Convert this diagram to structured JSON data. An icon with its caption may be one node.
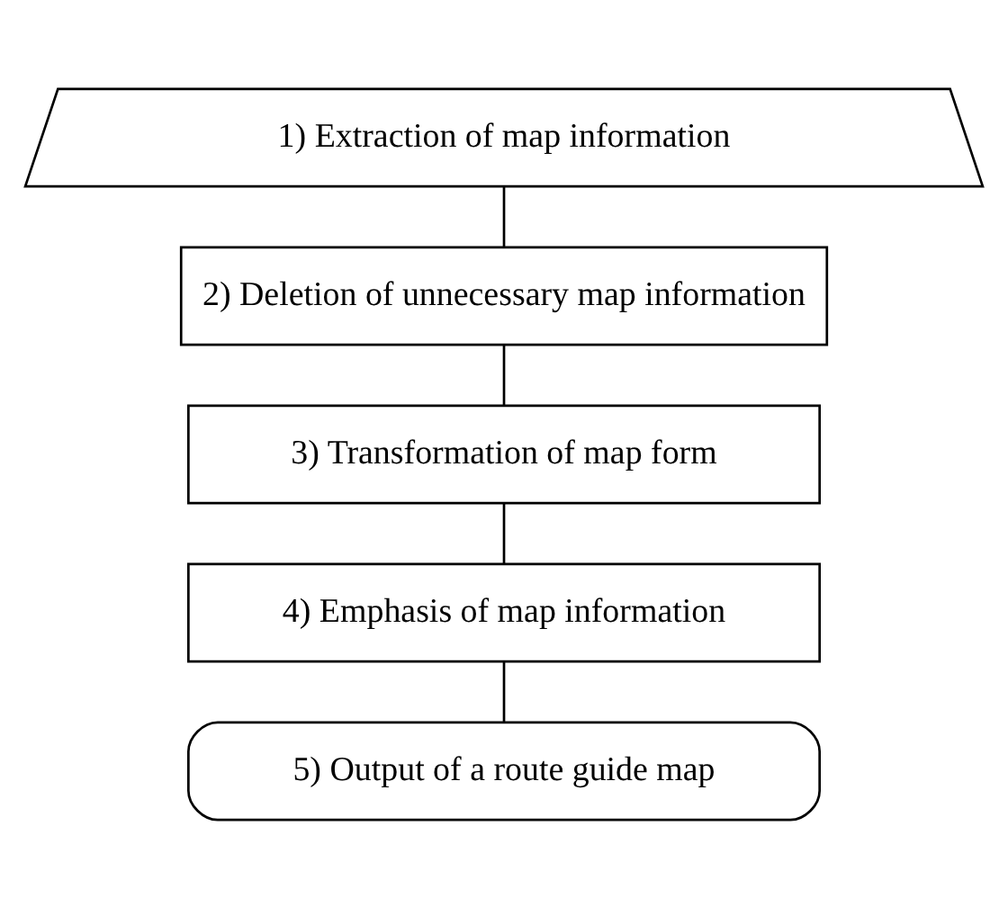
{
  "diagram": {
    "nodes": [
      {
        "text": [
          "1) Extraction of map information"
        ]
      },
      {
        "text": [
          "2) Deletion of unnecessary map information"
        ]
      },
      {
        "text": [
          "3) Transformation of map form"
        ]
      },
      {
        "text": [
          "4) Emphasis of map information"
        ]
      },
      {
        "text": [
          "5) Output of a route guide map"
        ]
      }
    ],
    "edges": [
      {
        "from": 0,
        "to": 1,
        "arrow": "none"
      },
      {
        "from": 1,
        "to": 2,
        "arrow": "none"
      },
      {
        "from": 2,
        "to": 3,
        "arrow": "none"
      },
      {
        "from": 3,
        "to": 4,
        "arrow": "none"
      }
    ]
  }
}
